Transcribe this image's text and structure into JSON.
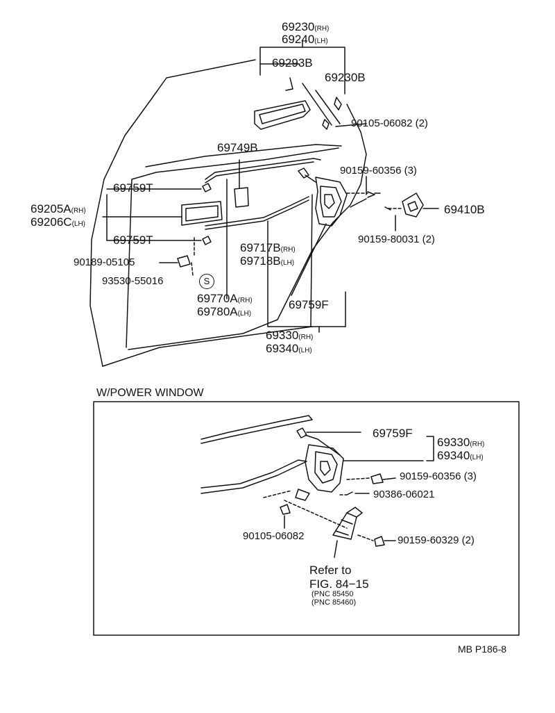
{
  "upper": {
    "p69230": "69230",
    "p69230_rh": "(RH)",
    "p69240": "69240",
    "p69240_lh": "(LH)",
    "p69293b": "69293B",
    "p69230b": "69230B",
    "p90105_top": "90105-06082 (2)",
    "p69749b": "69749B",
    "p90159_356": "90159-60356 (3)",
    "p69759t_a": "69759T",
    "p69205a": "69205A",
    "p69205a_rh": "(RH)",
    "p69206c": "69206C",
    "p69206c_lh": "(LH)",
    "p69410b": "69410B",
    "p69759t_b": "69759T",
    "p90159_031": "90159-80031 (2)",
    "p69717b": "69717B",
    "p69717b_rh": "(RH)",
    "p69718b": "69718B",
    "p69718b_lh": "(LH)",
    "p90189": "90189-05105",
    "p93530": "93530-55016",
    "s_symbol": "S",
    "p69770a": "69770A",
    "p69770a_rh": "(RH)",
    "p69780a": "69780A",
    "p69780a_lh": "(LH)",
    "p69759f": "69759F",
    "p69330": "69330",
    "p69330_rh": "(RH)",
    "p69340": "69340",
    "p69340_lh": "(LH)"
  },
  "power_window": {
    "header": "W/POWER WINDOW",
    "p69759f": "69759F",
    "p69330": "69330",
    "p69330_rh": "(RH)",
    "p69340": "69340",
    "p69340_lh": "(LH)",
    "p90159_356": "90159-60356 (3)",
    "p90386": "90386-06021",
    "p90105": "90105-06082",
    "p90159_329": "90159-60329 (2)",
    "refer_to": "Refer to",
    "fig": "FIG. 84−15",
    "pnc1": "(PNC 85450",
    "pnc2": "(PNC 85460)"
  },
  "footer": {
    "code": "MB P186-8"
  }
}
